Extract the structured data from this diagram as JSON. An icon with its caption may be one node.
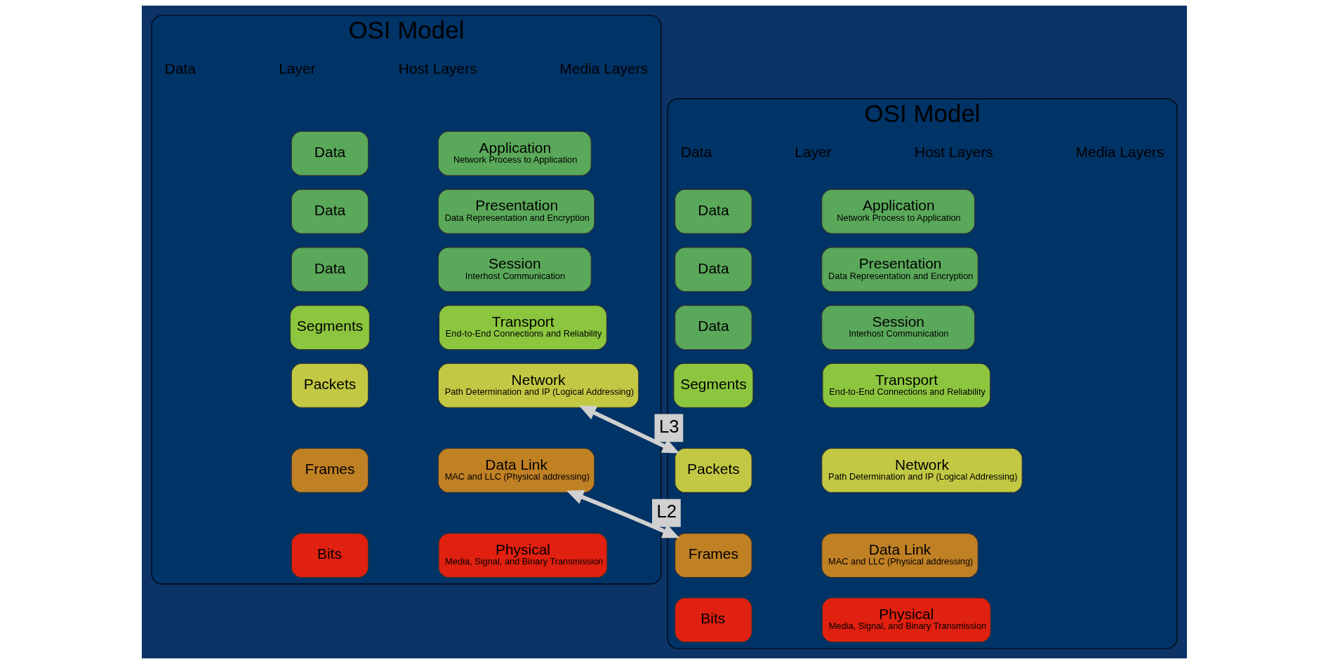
{
  "diagram": {
    "nodes": [
      {
        "text": [
          "OSI Model"
        ]
      },
      {
        "text": [
          "Data"
        ],
        "in": 0
      },
      {
        "text": [
          "Application",
          "Network Process to Application"
        ],
        "in": 0
      },
      {
        "text": [
          "Data"
        ],
        "in": 0
      },
      {
        "text": [
          "Presentation",
          "Data Representation and Encryption"
        ],
        "in": 0
      },
      {
        "text": [
          "Data"
        ],
        "in": 0
      },
      {
        "text": [
          "Session",
          "Interhost Communication"
        ],
        "in": 0
      },
      {
        "text": [
          "Segments"
        ],
        "in": 0
      },
      {
        "text": [
          "Transport",
          "End-to-End Connections and Reliability"
        ],
        "in": 0
      },
      {
        "text": [
          "Packets"
        ],
        "in": 0
      },
      {
        "text": [
          "Network",
          "Path Determination and IP (Logical Addressing)"
        ],
        "in": 0
      },
      {
        "text": [
          "Frames"
        ],
        "in": 0
      },
      {
        "text": [
          "Data Link",
          "MAC and LLC (Physical addressing)"
        ],
        "in": 0
      },
      {
        "text": [
          "Bits"
        ],
        "in": 0
      },
      {
        "text": [
          "Physical",
          "Media, Signal, and Binary Transmission"
        ],
        "in": 0
      },
      {
        "text": [
          "OSI Model"
        ]
      },
      {
        "text": [
          "Data"
        ],
        "in": 15
      },
      {
        "text": [
          "Application",
          "Network Process to Application"
        ],
        "in": 15
      },
      {
        "text": [
          "Data"
        ],
        "in": 15
      },
      {
        "text": [
          "Presentation",
          "Data Representation and Encryption"
        ],
        "in": 15
      },
      {
        "text": [
          "Data"
        ],
        "in": 15
      },
      {
        "text": [
          "Session",
          "Interhost Communication"
        ],
        "in": 15
      },
      {
        "text": [
          "Segments"
        ],
        "in": 15
      },
      {
        "text": [
          "Transport",
          "End-to-End Connections and Reliability"
        ],
        "in": 15
      },
      {
        "text": [
          "Packets"
        ],
        "in": 15
      },
      {
        "text": [
          "Network",
          "Path Determination and IP (Logical Addressing)"
        ],
        "in": 15
      },
      {
        "text": [
          "Frames"
        ],
        "in": 15
      },
      {
        "text": [
          "Data Link",
          "MAC and LLC (Physical addressing)"
        ],
        "in": 15
      },
      {
        "text": [
          "Bits"
        ],
        "in": 15
      },
      {
        "text": [
          "Physical",
          "Media, Signal, and Binary Transmission"
        ],
        "in": 15
      }
    ],
    "edges": [
      {
        "from": 10,
        "to": 24,
        "arrow": "both",
        "label": "L3"
      },
      {
        "from": 12,
        "to": 26,
        "arrow": "both",
        "label": "L2"
      }
    ],
    "labels": [
      "Data",
      "Layer",
      "Host Layers",
      "Media Layers",
      "Data",
      "Layer",
      "Host Layers",
      "Media Layers"
    ]
  }
}
